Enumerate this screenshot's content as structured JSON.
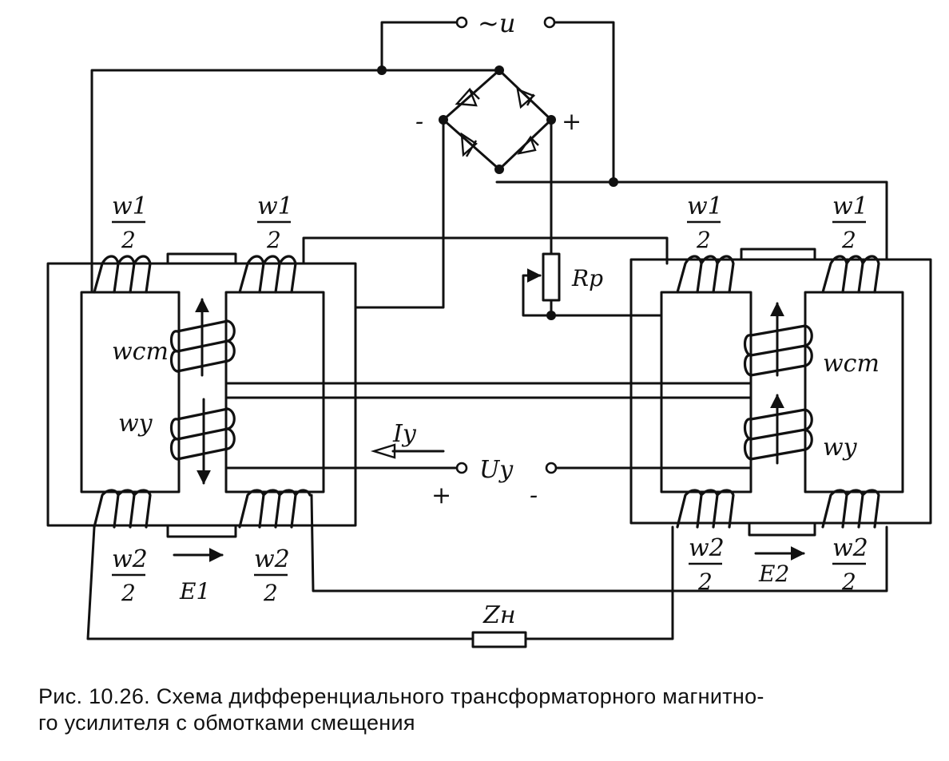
{
  "supply": {
    "label": "~u"
  },
  "bridge": {
    "minus": "-",
    "plus": "+"
  },
  "left": {
    "w1_top_left": {
      "num": "w1",
      "den": "2"
    },
    "w1_top_right": {
      "num": "w1",
      "den": "2"
    },
    "w_cm": "wcm",
    "w_y": "wy",
    "w2_bottom_left": {
      "num": "w2",
      "den": "2"
    },
    "w2_bottom_right": {
      "num": "w2",
      "den": "2"
    },
    "emf": "E1"
  },
  "right": {
    "w1_top_left": {
      "num": "w1",
      "den": "2"
    },
    "w1_top_right": {
      "num": "w1",
      "den": "2"
    },
    "w_cm": "wcm",
    "w_y": "wy",
    "w2_bottom_left": {
      "num": "w2",
      "den": "2"
    },
    "w2_bottom_right": {
      "num": "w2",
      "den": "2"
    },
    "emf": "E2"
  },
  "rheostat": {
    "label": "Rp"
  },
  "control": {
    "current": "Iy",
    "voltage": "Uy",
    "plus": "+",
    "minus": "-"
  },
  "load": {
    "label": "Zн"
  },
  "caption": {
    "line1": "Рис. 10.26. Схема дифференциального трансформаторного магнитно-",
    "line2": "го усилителя с обмотками смещения"
  }
}
